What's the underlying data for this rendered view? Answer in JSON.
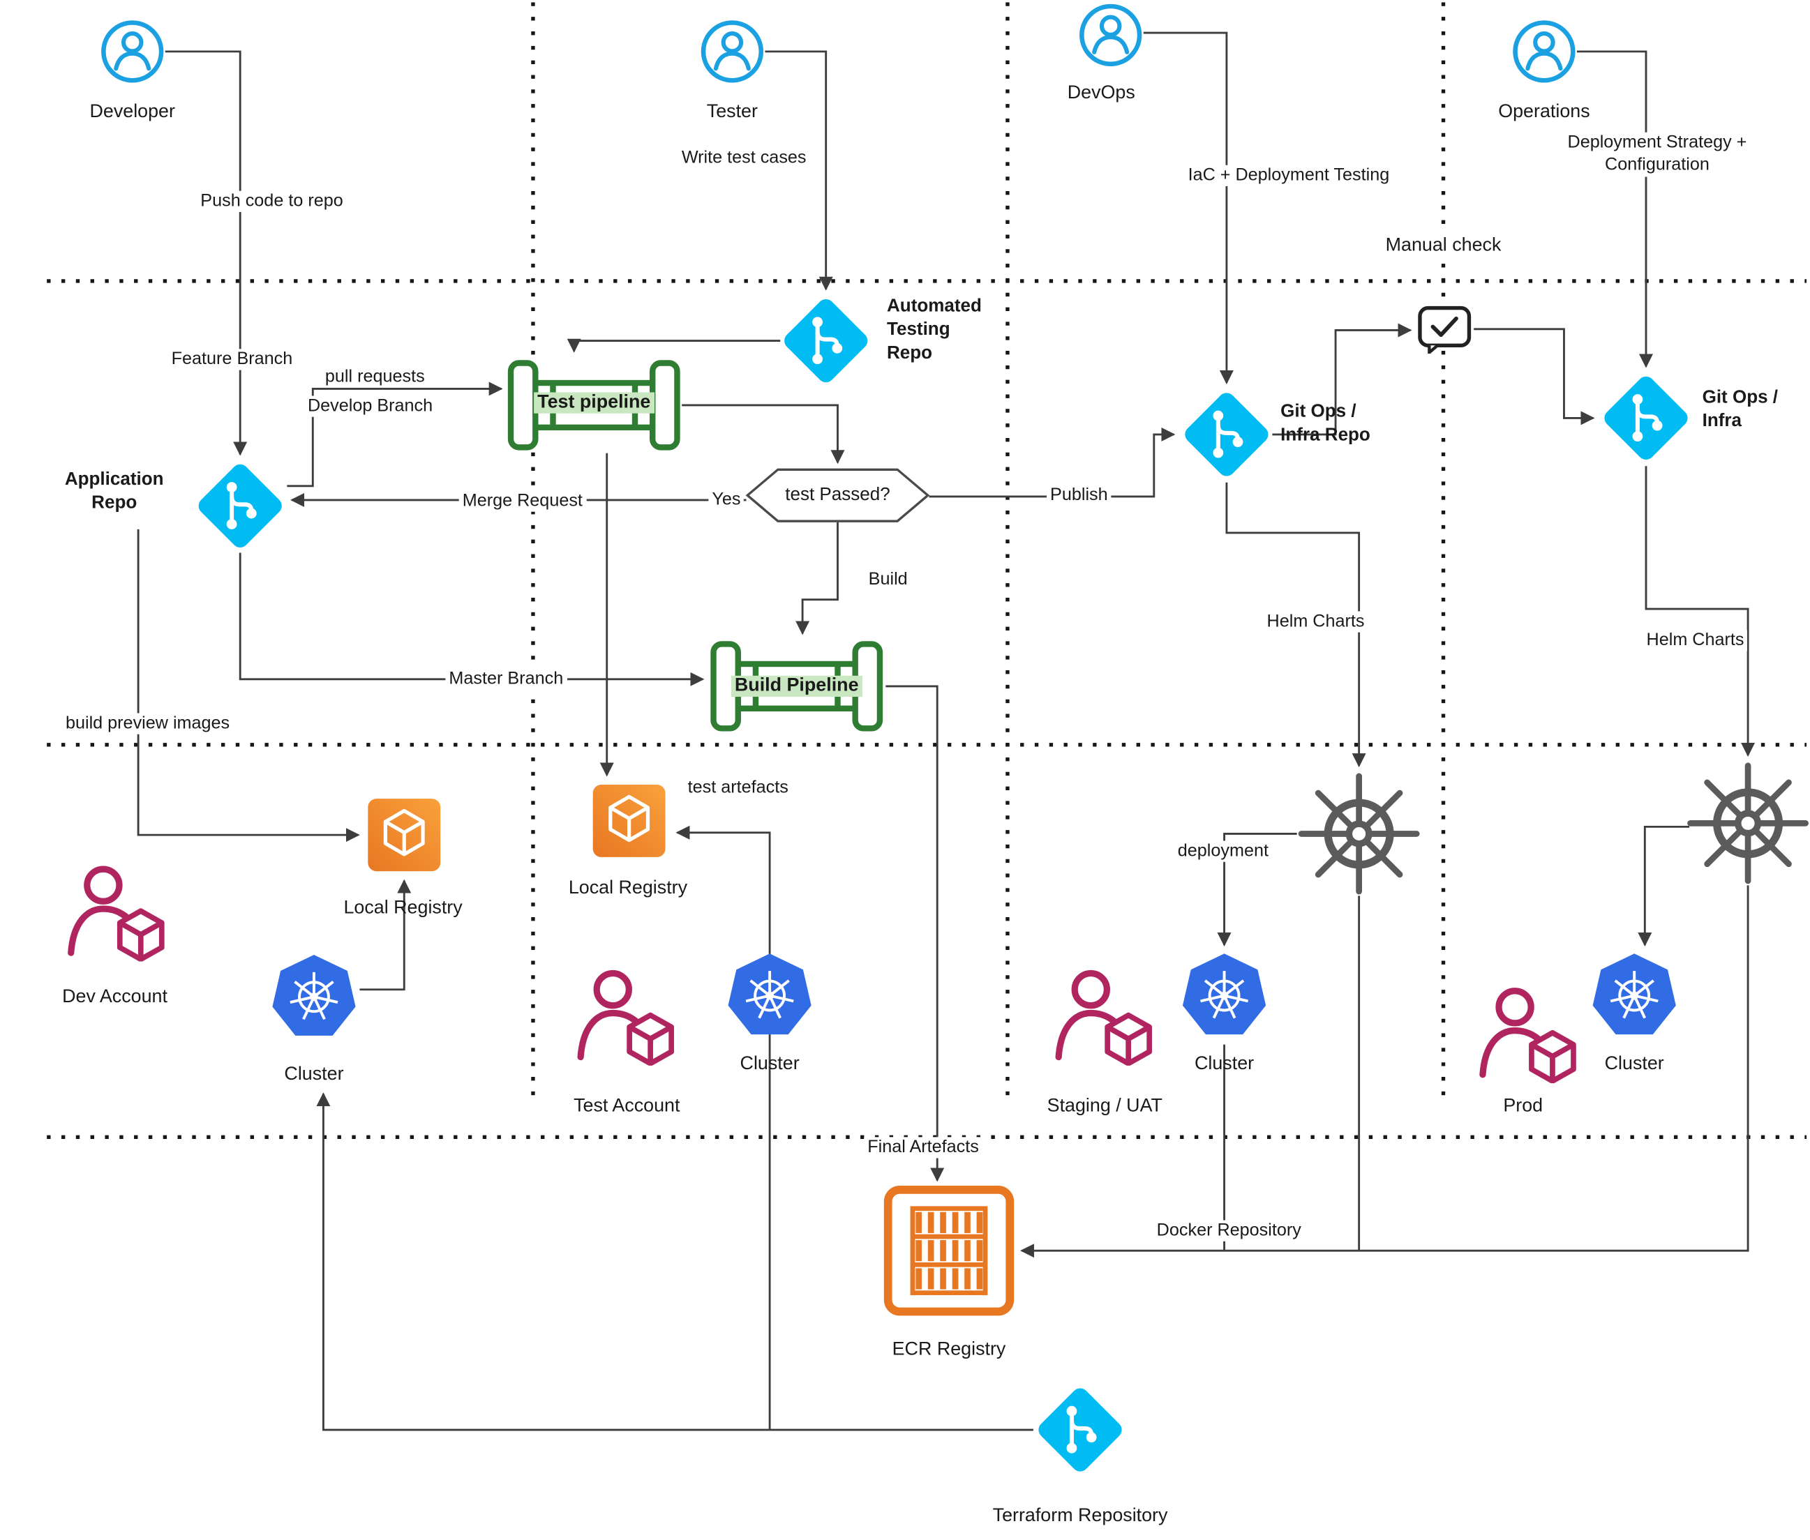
{
  "colors": {
    "person": "#1ba1e2",
    "git": "#00bcf2",
    "pipeline": "#2e7d32",
    "pipeline_bg": "#c9e7c0",
    "registry": "#e87722",
    "registry_light": "#f9a13c",
    "account": "#b0255f",
    "k8s": "#326ce5",
    "helm": "#5b5b5b",
    "line": "#3d3d3d",
    "text": "#1a1a1a"
  },
  "actors": {
    "developer": {
      "label": "Developer",
      "action": "Push code to repo"
    },
    "tester": {
      "label": "Tester",
      "action": "Write test cases"
    },
    "devops": {
      "label": "DevOps",
      "action": "IaC + Deployment Testing"
    },
    "operations": {
      "label": "Operations",
      "action": "Deployment Strategy + Configuration"
    }
  },
  "nodes": {
    "application_repo": "Application Repo",
    "automated_testing_repo": "Automated Testing Repo",
    "test_pipeline": "Test pipeline",
    "build_pipeline": "Build Pipeline",
    "test_passed": "test Passed?",
    "gitops_infra_repo": "Git Ops / Infra Repo",
    "gitops_infra": "Git Ops / Infra",
    "manual_check": "Manual check",
    "local_registry_dev": "Local Registry",
    "local_registry_test": "Local Registry",
    "dev_account": "Dev Account",
    "test_account": "Test Account",
    "staging_uat": "Staging / UAT",
    "prod": "Prod",
    "cluster_dev": "Cluster",
    "cluster_test": "Cluster",
    "cluster_staging": "Cluster",
    "cluster_prod": "Cluster",
    "ecr_registry": "ECR Registry",
    "terraform_repository": "Terraform Repository"
  },
  "edges": {
    "feature_branch": "Feature Branch",
    "pull_requests": "pull requests",
    "develop_branch": "Develop Branch",
    "merge_request": "Merge Request",
    "yes": "Yes",
    "publish": "Publish",
    "build": "Build",
    "master_branch": "Master Branch",
    "build_preview_images": "build preview images",
    "test_artefacts": "test artefacts",
    "helm_charts_staging": "Helm Charts",
    "helm_charts_prod": "Helm Charts",
    "deployment": "deployment",
    "final_artefacts": "Final Artefacts",
    "docker_repository": "Docker Repository"
  }
}
